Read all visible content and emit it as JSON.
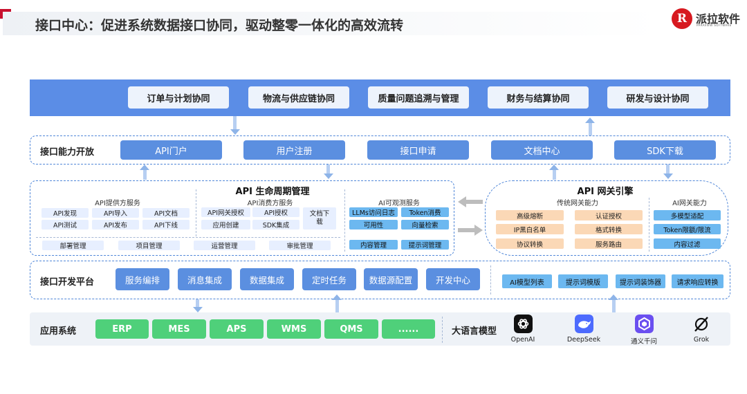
{
  "header": {
    "title": "接口中心：促进系统数据接口协同，驱动整零一体化的高效流转",
    "logo_mark": "R",
    "logo_name": "派拉软件",
    "logo_sub": "PARAVIEW SOFTWARE"
  },
  "business": {
    "items": [
      "订单与计划协同",
      "物流与供应链协同",
      "质量问题追溯与管理",
      "财务与结算协同",
      "研发与设计协同"
    ]
  },
  "capability": {
    "label": "接口能力开放",
    "items": [
      "API门户",
      "用户注册",
      "接口申请",
      "文档中心",
      "SDK下载"
    ]
  },
  "lifecycle": {
    "title": "API 生命周期管理",
    "provider": {
      "title": "API提供方服务",
      "items": [
        "API发现",
        "API导入",
        "API文档",
        "API测试",
        "API发布",
        "API下线"
      ]
    },
    "consumer": {
      "title": "API消费方服务",
      "items": [
        "API网关授权",
        "API授权",
        "应用创建",
        "SDK集成"
      ],
      "doc_download": "文档下载"
    },
    "observe": {
      "title": "AI可观测服务",
      "items": [
        "LLMs访问日志",
        "Token消费",
        "可用性",
        "向量检索",
        "内容管理",
        "提示词管理"
      ]
    },
    "bottom": [
      "部署管理",
      "项目管理",
      "运营管理",
      "审批管理"
    ]
  },
  "gateway": {
    "title": "API 网关引擎",
    "traditional": {
      "title": "传统网关能力",
      "items": [
        "高级熔断",
        "认证授权",
        "IP黑白名单",
        "格式转换",
        "协议转换",
        "服务路由"
      ]
    },
    "ai": {
      "title": "AI网关能力",
      "items": [
        "多模型适配",
        "Token限额/限流",
        "内容过滤"
      ]
    }
  },
  "dev": {
    "label": "接口开发平台",
    "items": [
      "服务编排",
      "消息集成",
      "数据集成",
      "定时任务",
      "数据源配置",
      "开发中心"
    ],
    "ai_items": [
      "AI模型列表",
      "提示词模版",
      "提示词装饰器",
      "请求响应转换"
    ]
  },
  "apps": {
    "label": "应用系统",
    "items": [
      "ERP",
      "MES",
      "APS",
      "WMS",
      "QMS",
      "......"
    ]
  },
  "llm": {
    "label": "大语言模型",
    "models": [
      {
        "name": "OpenAI",
        "icon": "openai-icon",
        "color": "#111111"
      },
      {
        "name": "DeepSeek",
        "icon": "deepseek-whale-icon",
        "color": "#4d6bfe"
      },
      {
        "name": "通义千问",
        "icon": "tongyi-icon",
        "color": "#6a4ff0"
      },
      {
        "name": "Grok",
        "icon": "grok-icon",
        "color": "#111111"
      }
    ]
  },
  "colors": {
    "accent_blue": "#5b8fe0",
    "band_blue": "#5b8de6",
    "app_green": "#4fd07a",
    "chip_orange": "#fbd8b6",
    "chip_light_blue": "#6cb8f0",
    "brand_red": "#d71920"
  }
}
